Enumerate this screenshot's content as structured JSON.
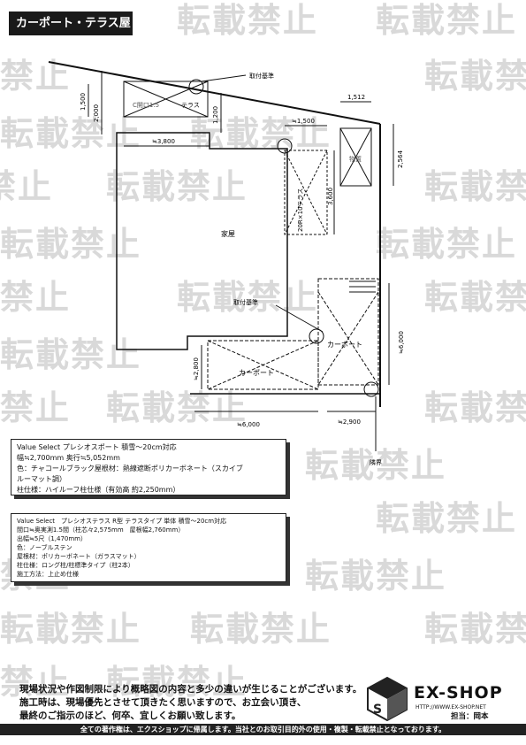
{
  "header": {
    "title": "カーポート・テラス屋根"
  },
  "watermark": {
    "text": "転載禁止"
  },
  "plan": {
    "house_label": "家屋",
    "terrace_label": "テラス",
    "terrace_side_label": "物置",
    "carport_label": "カーポート",
    "terrace2_label": "20R×10テラス",
    "lower_note": "C開口1.5",
    "ref_mark_top": "取付基準",
    "ref_mark_bottom": "取付基準",
    "boundary_label": "隣界",
    "dims": {
      "d1500": "1,500",
      "d2000": "2,000",
      "d1200": "1,200",
      "d3800": "≒3,800",
      "d1500b": "≒1,500",
      "d1512": "1,512",
      "d2564": "2,564",
      "d3600": "3,600",
      "d6000v": "≒6,000",
      "d2800": "≒2,800",
      "d6000h": "≒6,000",
      "d2900": "≒2,900"
    }
  },
  "spec1": {
    "lines": [
      "Value Select プレシオスポート 積雪～20cm対応",
      "幅≒2,700mm 奥行≒5,052mm",
      "色：チャコールブラック屋根材：熱線遮断ポリカーボネート（スカイブ",
      "ルーマット調）",
      "柱仕様：ハイルーフ柱仕様（有効高 約2,250mm）"
    ]
  },
  "spec2": {
    "lines": [
      "Value Select　プレシオステラス R型 テラスタイプ 単体 積雪～20cm対応",
      "間口≒奥実測1.5間（柱芯々2,575mm　屋根幅2,760mm）",
      "出幅≒5尺（1,470mm）",
      "色：ノーブルステン",
      "屋根材：ポリカーボネート（ガラスマット）",
      "柱仕様：ロング柱/柱標準タイプ（柱2本）",
      "施工方法：上止め仕様"
    ]
  },
  "notice": {
    "lines": [
      "現場状況や作図制限により概略図の内容と多少の違いが生じることがございます。",
      "施工時は、現場優先とさせて頂きたく思いますので、お立会い頂き、",
      "最終のご指示のほど、何卒、宜しくお願い致します。"
    ]
  },
  "logo": {
    "name": "EX-SHOP",
    "url": "HTTP://WWW.EX-SHOP.NET",
    "staff": "担当：岡本"
  },
  "footer": {
    "text": "全ての著作権は、エクスショップに帰属します。当社とのお取引目的外の使用・複製・転載禁止となっております。"
  }
}
